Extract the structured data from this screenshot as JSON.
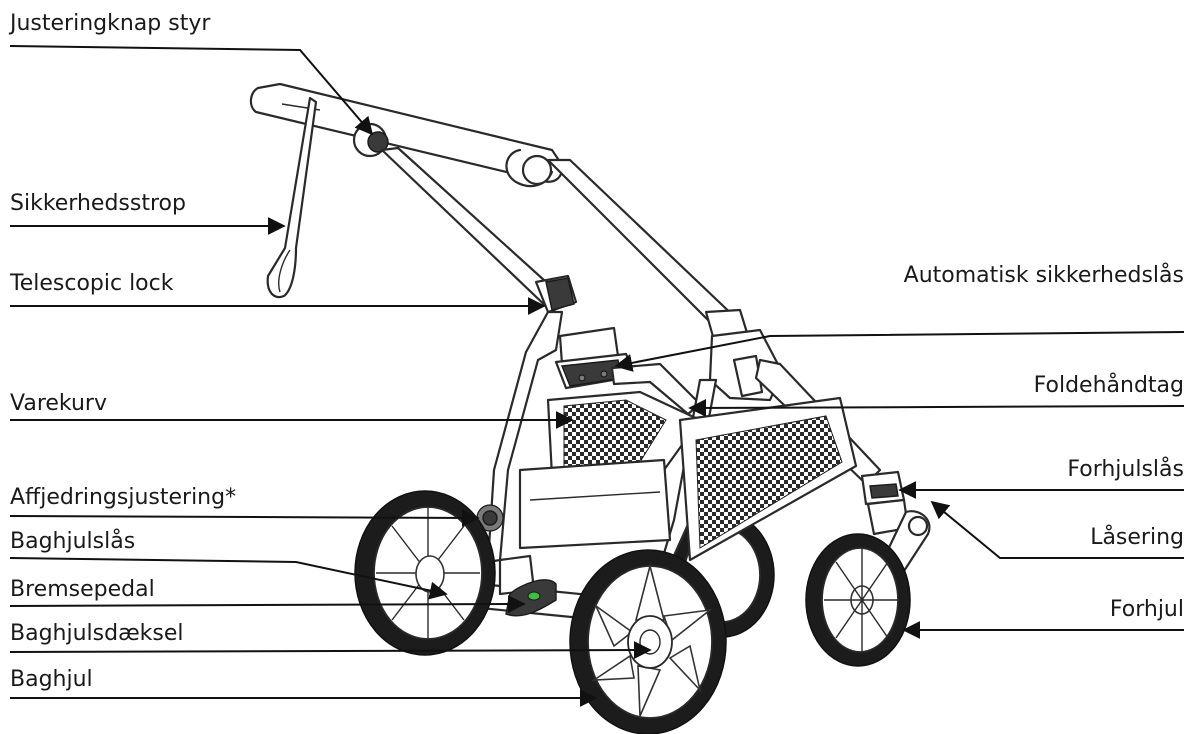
{
  "labels": {
    "justeringknap_styr": "Justeringknap styr",
    "sikkerhedsstrop": "Sikkerhedsstrop",
    "telescopic_lock": "Telescopic lock",
    "automatisk_sikkerhedslaas": "Automatisk sikkerhedslås",
    "varekurv": "Varekurv",
    "foldehaandtag": "Foldehåndtag",
    "forhjulslaas": "Forhjulslås",
    "affjedringsjustering": "Affjedringsjustering*",
    "laasering": "Låsering",
    "baghjulslaas": "Baghjulslås",
    "bremsepedal": "Bremsepedal",
    "forhjul": "Forhjul",
    "baghjulsdaeksel": "Baghjulsdæksel",
    "baghjul": "Baghjul"
  },
  "colors": {
    "line": "#111111",
    "text": "#1a1a1a",
    "tyre": "#1c1c1c",
    "brake_indicator": "#3fbf3f"
  }
}
